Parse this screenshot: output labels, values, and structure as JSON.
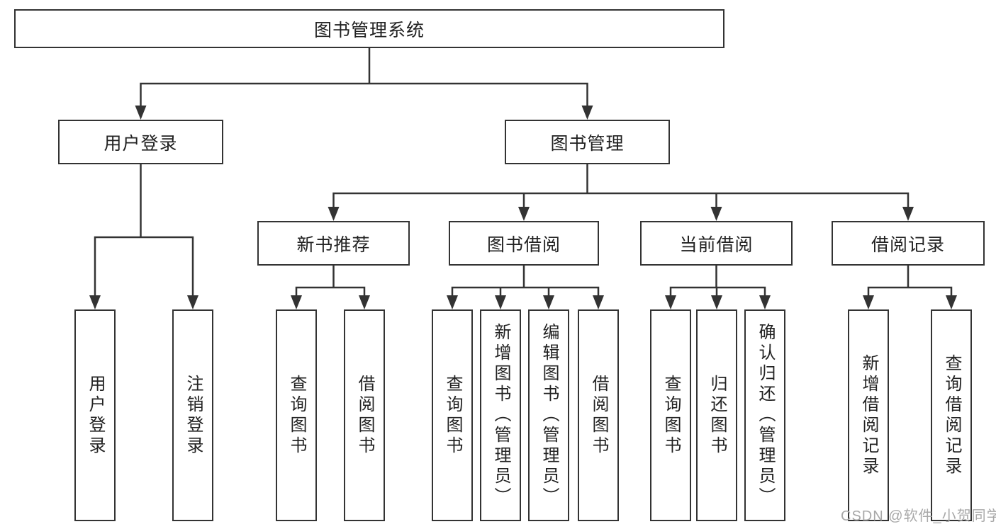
{
  "diagram": {
    "title": "图书管理系统",
    "tree": {
      "label": "图书管理系统",
      "children": [
        {
          "label": "用户登录",
          "children": [
            {
              "label": "用户登录"
            },
            {
              "label": "注销登录"
            }
          ]
        },
        {
          "label": "图书管理",
          "children": [
            {
              "label": "新书推荐",
              "children": [
                {
                  "label": "查询图书"
                },
                {
                  "label": "借阅图书"
                }
              ]
            },
            {
              "label": "图书借阅",
              "children": [
                {
                  "label": "查询图书"
                },
                {
                  "label": "新增图书（管理员）"
                },
                {
                  "label": "编辑图书（管理员）"
                },
                {
                  "label": "借阅图书"
                }
              ]
            },
            {
              "label": "当前借阅",
              "children": [
                {
                  "label": "查询图书"
                },
                {
                  "label": "归还图书"
                },
                {
                  "label": "确认归还（管理员）"
                }
              ]
            },
            {
              "label": "借阅记录",
              "children": [
                {
                  "label": "新增借阅记录"
                },
                {
                  "label": "查询借阅记录"
                }
              ]
            }
          ]
        }
      ]
    },
    "colors": {
      "line": "#333333",
      "border": "#2f2f2f",
      "text": "#222222",
      "background": "#ffffff",
      "watermark": "#a8a8a8"
    }
  },
  "watermark": {
    "text": "CSDN @软件_小贺同学"
  }
}
